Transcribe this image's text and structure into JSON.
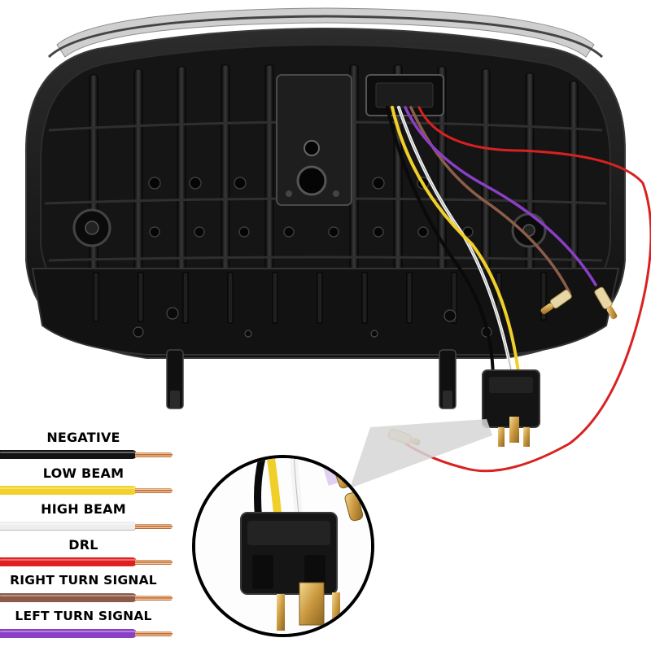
{
  "legend": {
    "items": [
      {
        "label": "NEGATIVE",
        "color": "#141414"
      },
      {
        "label": "LOW BEAM",
        "color": "#f2d22a"
      },
      {
        "label": "HIGH BEAM",
        "color": "#eeeeee"
      },
      {
        "label": "DRL",
        "color": "#e0201f"
      },
      {
        "label": "RIGHT TURN SIGNAL",
        "color": "#8d5a4a"
      },
      {
        "label": "LEFT TURN SIGNAL",
        "color": "#8a3fc6"
      }
    ]
  },
  "colors": {
    "housing": "#1a1a1a",
    "housing_edge": "#3a3a3a",
    "connector": "#111111",
    "terminal_brass": "#d8b25a",
    "callout_fill": "#e6e6e6"
  }
}
